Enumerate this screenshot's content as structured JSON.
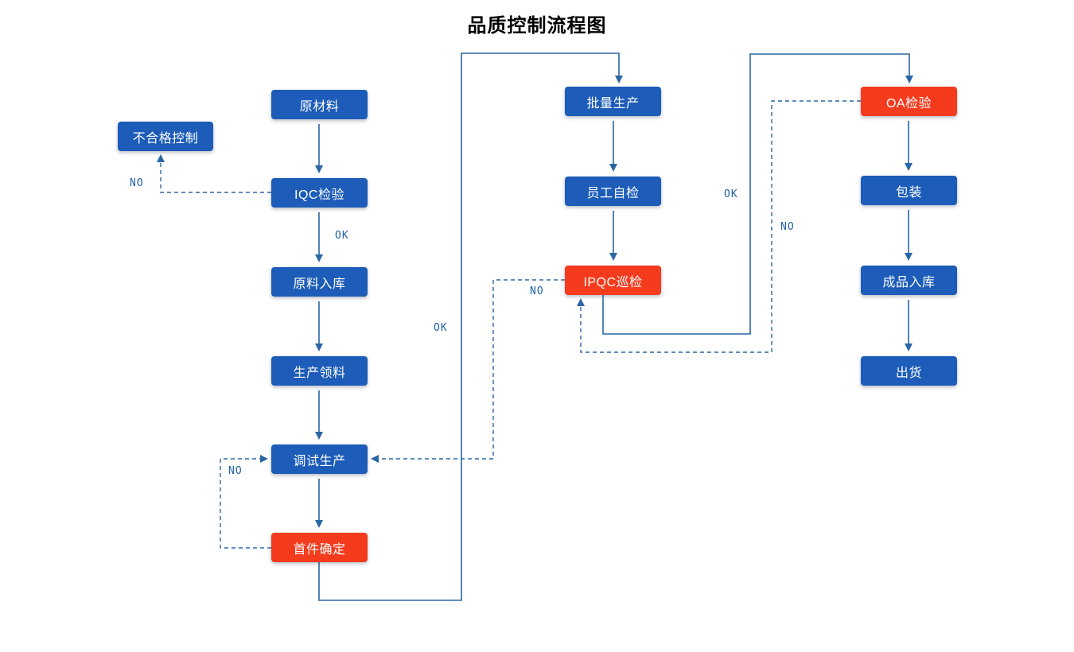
{
  "title": "品质控制流程图",
  "colors": {
    "background": "#ffffff",
    "node_blue": "#1d5cb8",
    "node_red": "#f43b1e",
    "node_text": "#ffffff",
    "connector_blue": "#2a66a4",
    "edge_label_text": "#2060a8",
    "title_text": "#000000"
  },
  "nodes": {
    "raw_material": {
      "label": "原材料"
    },
    "nonconforming_control": {
      "label": "不合格控制"
    },
    "iqc_inspection": {
      "label": "IQC检验"
    },
    "raw_material_storage": {
      "label": "原料入库"
    },
    "production_picking": {
      "label": "生产领料"
    },
    "trial_production": {
      "label": "调试生产"
    },
    "first_article_confirmation": {
      "label": "首件确定"
    },
    "batch_production": {
      "label": "批量生产"
    },
    "employee_self_inspection": {
      "label": "员工自检"
    },
    "ipqc_patrol_inspection": {
      "label": "IPQC巡检"
    },
    "oa_inspection": {
      "label": "OA检验"
    },
    "packaging": {
      "label": "包装"
    },
    "finished_goods_storage": {
      "label": "成品入库"
    },
    "shipping": {
      "label": "出货"
    }
  },
  "edge_labels": {
    "iqc_pass": "OK",
    "iqc_fail": "NO",
    "first_article_pass": "OK",
    "first_article_fail": "NO",
    "ipqc_pass": "OK",
    "ipqc_fail": "NO",
    "oa_fail": "NO"
  }
}
